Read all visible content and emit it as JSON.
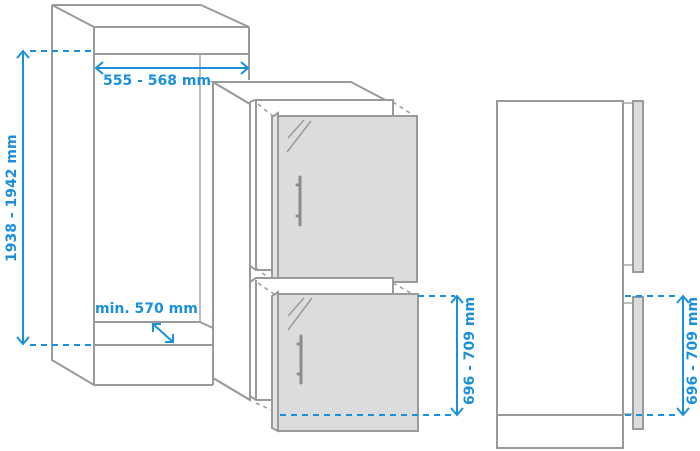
{
  "diagram": {
    "type": "built-in fridge-freezer installation dimensions",
    "colors": {
      "dimension": "#1a8fdc",
      "outline": "#9a9a9a",
      "door_fill": "#dcdcdc",
      "background": "#ffffff"
    },
    "niche": {
      "width_label": "555 - 568 mm",
      "height_label": "1938 - 1942 mm",
      "depth_label": "min. 570 mm"
    },
    "appliance_front": {
      "lower_door_height_label": "696 - 709 mm"
    },
    "side_view": {
      "lower_door_height_label": "696 - 709 mm"
    }
  }
}
